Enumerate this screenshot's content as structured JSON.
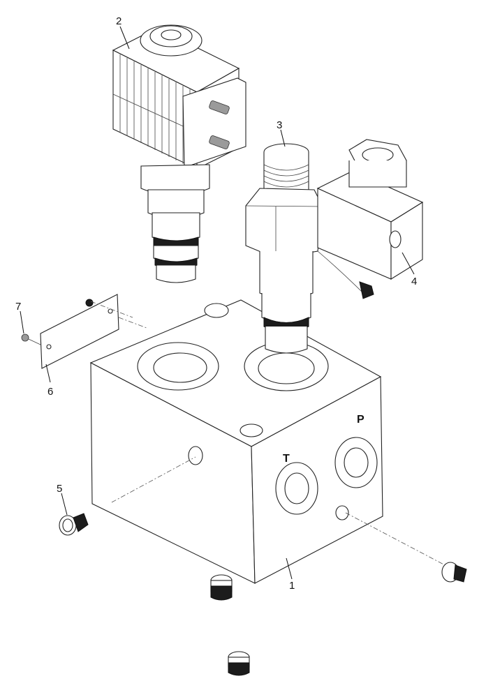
{
  "diagram": {
    "callouts": [
      {
        "id": "1",
        "label": "1"
      },
      {
        "id": "2",
        "label": "2"
      },
      {
        "id": "3",
        "label": "3"
      },
      {
        "id": "4",
        "label": "4"
      },
      {
        "id": "5",
        "label": "5"
      },
      {
        "id": "6",
        "label": "6"
      },
      {
        "id": "7",
        "label": "7"
      }
    ],
    "ports": {
      "p": "P",
      "t": "T"
    },
    "colors": {
      "line": "#222222",
      "background": "#ffffff",
      "shadow": "#1c1c1c"
    }
  }
}
